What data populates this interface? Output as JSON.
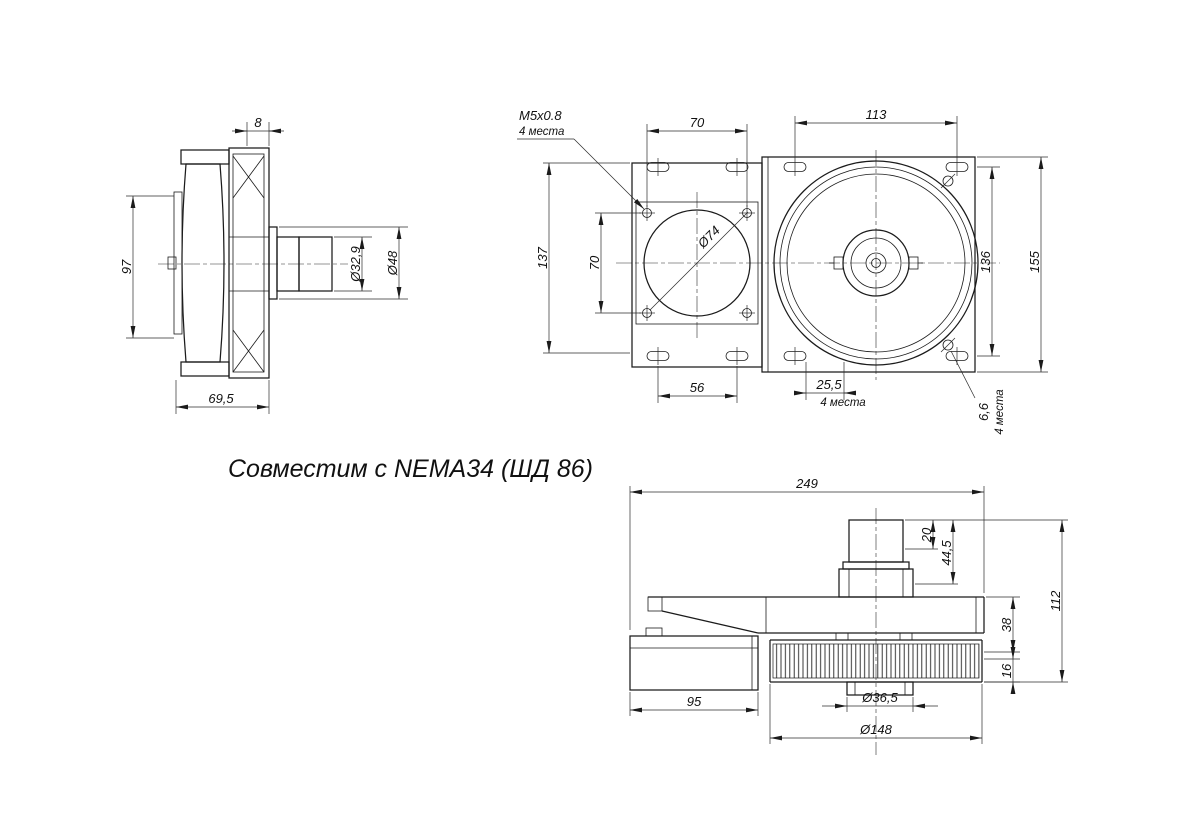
{
  "compat_note": "Совместим с NEMA34 (ШД 86)",
  "side_view": {
    "flange_offset": "8",
    "body_height": "97",
    "shaft_knurl_dia": "Ø32,9",
    "shaft_boss_dia": "Ø48",
    "depth": "69,5"
  },
  "front_view": {
    "thread_callout": "M5x0.8",
    "thread_places": "4 места",
    "hole_spacing_h": "70",
    "slot_span_top": "113",
    "flange_height": "137",
    "hole_spacing_v": "70",
    "pilot_bore_dia": "Ø74",
    "slot_span_side": "136",
    "overall_height": "155",
    "slot_spacing_bottom": "56",
    "slot_offset": "25,5",
    "slot_offset_places": "4 места",
    "corner_hole_dia": "6,6",
    "corner_hole_places": "4 места"
  },
  "bottom_view": {
    "overall_width": "249",
    "shaft_tip_len": "20",
    "shaft_assembly_h": "44,5",
    "plate_h": "38",
    "overall_height": "112",
    "gear_band_h": "16",
    "motor_box_w": "95",
    "hub_dia": "Ø36,5",
    "gear_dia": "Ø148"
  }
}
